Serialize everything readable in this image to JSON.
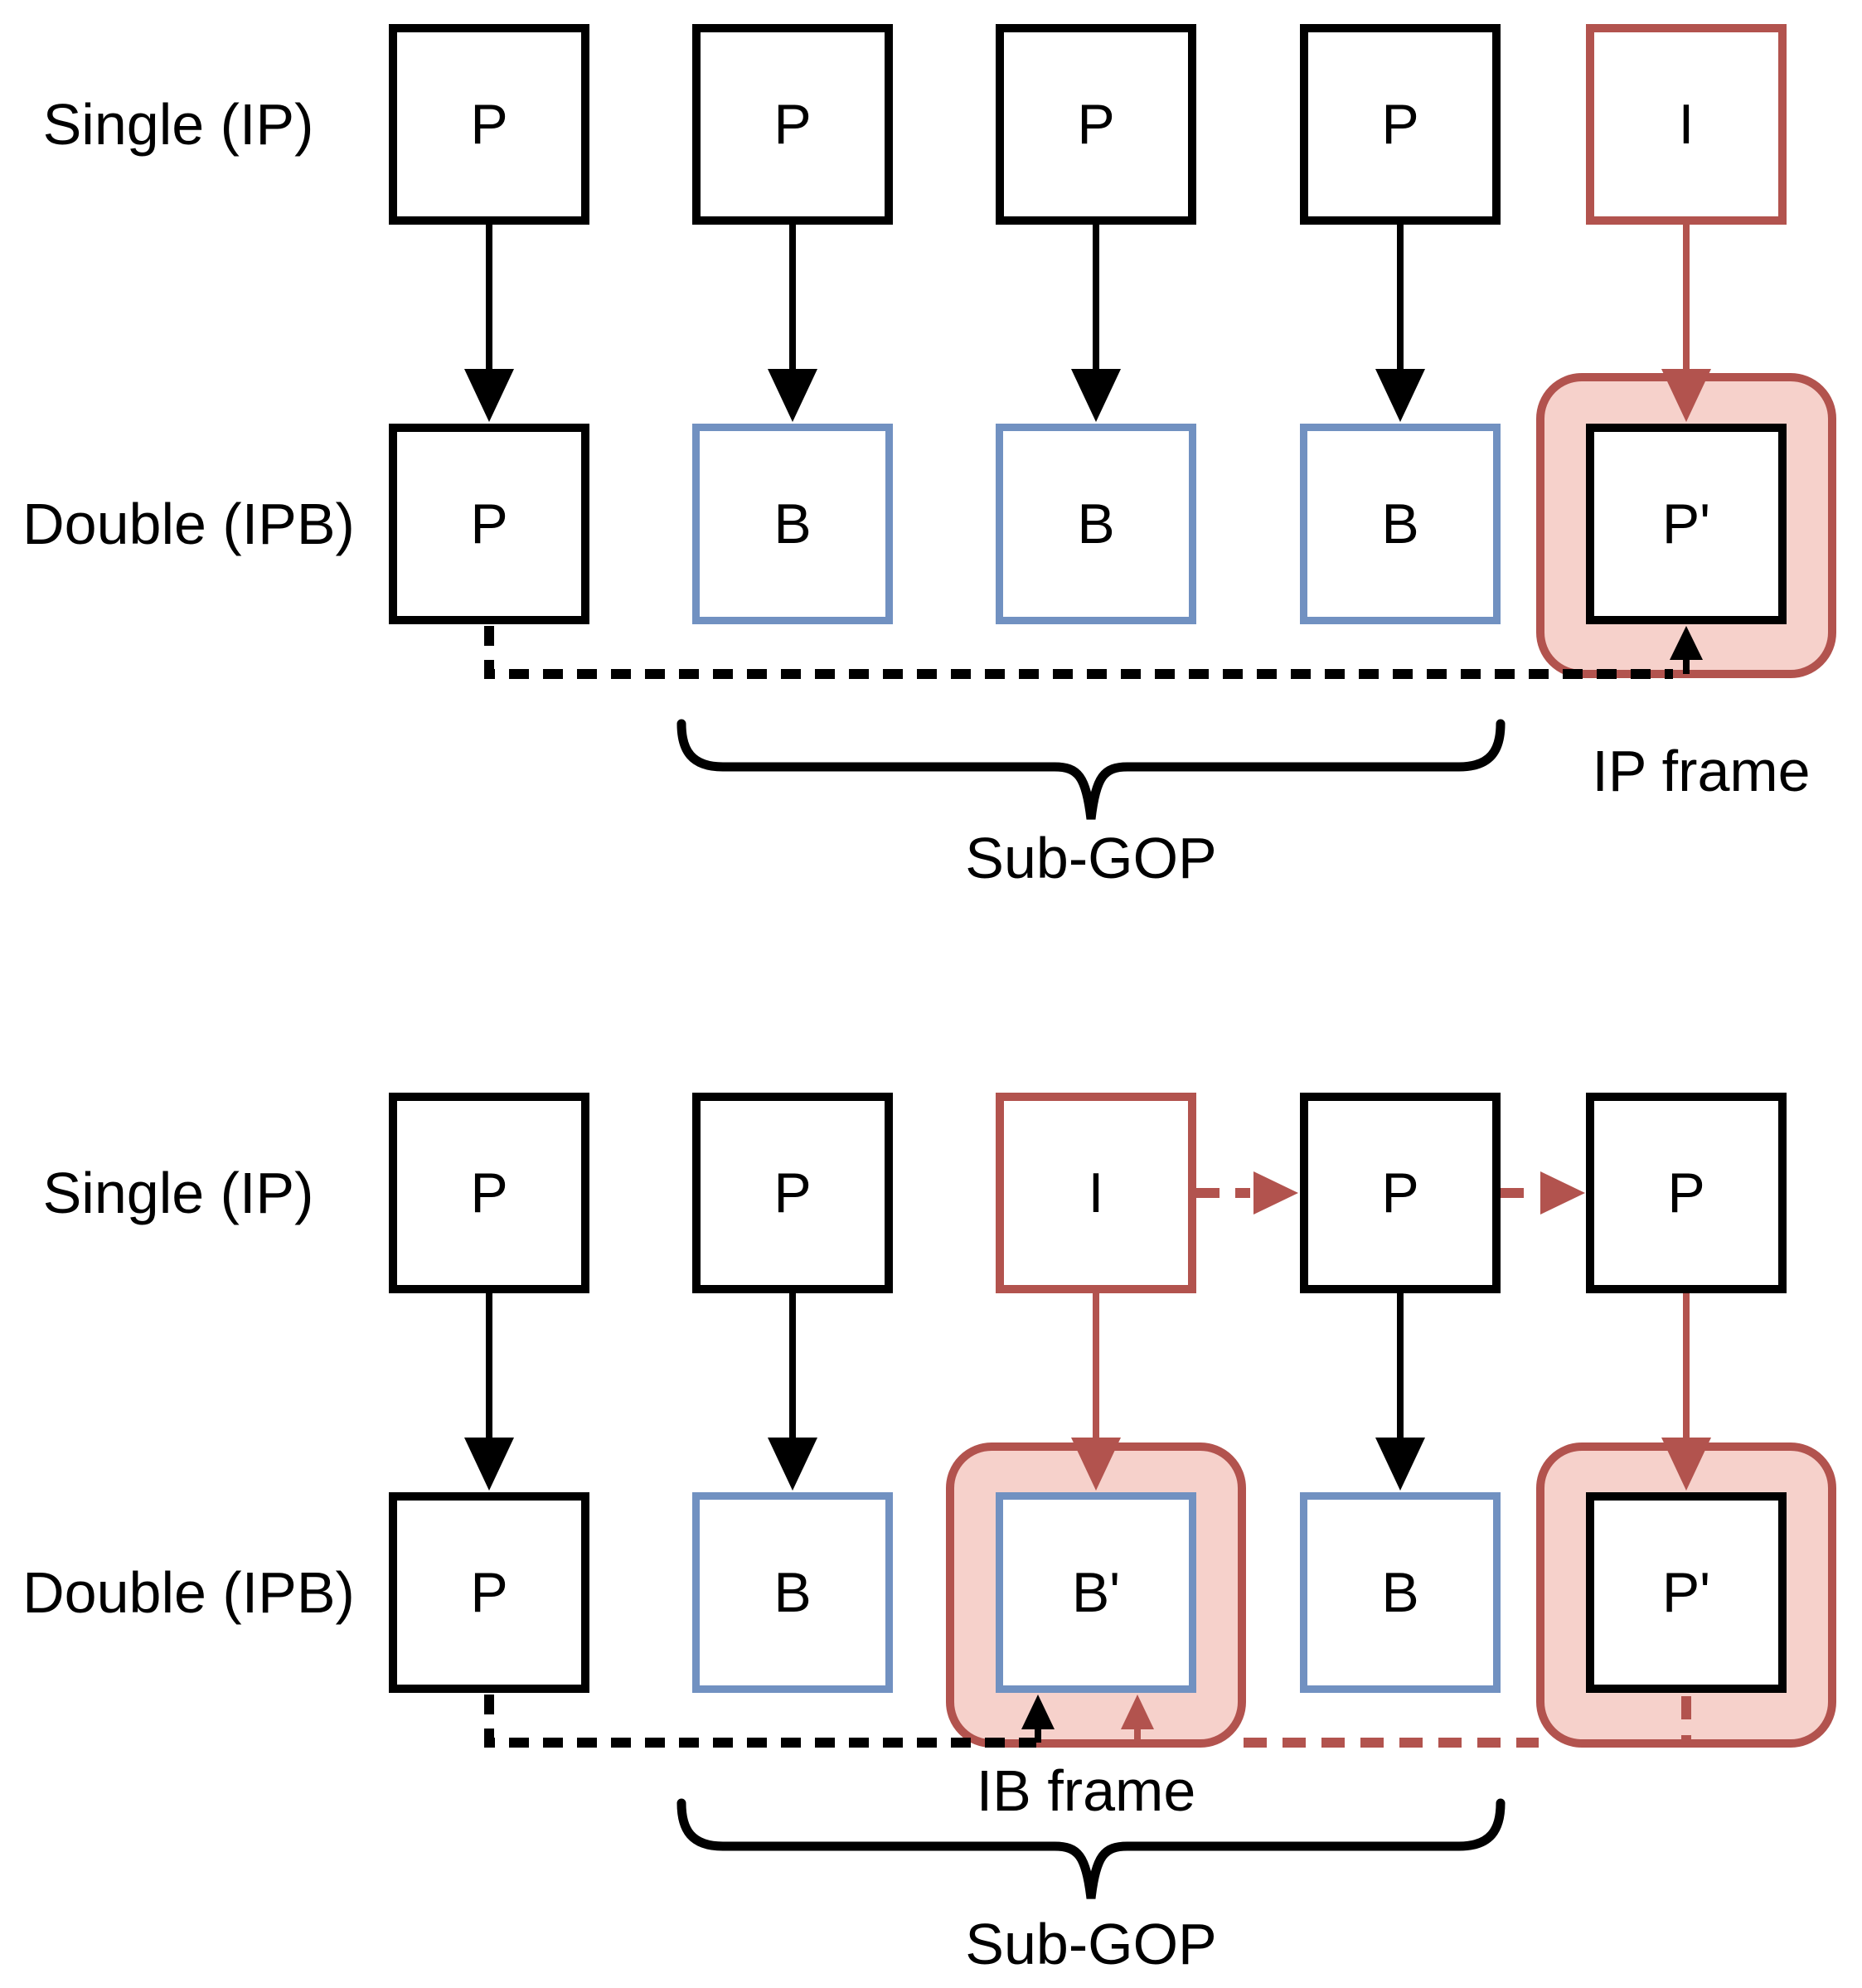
{
  "colors": {
    "red": "#b2534e",
    "pink": "#f6d1cb",
    "blue": "#7191c1",
    "black": "#000000"
  },
  "panel_top": {
    "row1_label": "Single (IP)",
    "row2_label": "Double (IPB)",
    "row1": [
      "P",
      "P",
      "P",
      "P",
      "I"
    ],
    "row2": [
      "P",
      "B",
      "B",
      "B",
      "P'"
    ],
    "brace_label": "Sub-GOP",
    "highlight_label": "IP frame"
  },
  "panel_bottom": {
    "row1_label": "Single (IP)",
    "row2_label": "Double (IPB)",
    "row1": [
      "P",
      "P",
      "I",
      "P",
      "P"
    ],
    "row2": [
      "P",
      "B",
      "B'",
      "B",
      "P'"
    ],
    "brace_label": "Sub-GOP",
    "highlight_label": "IB frame"
  }
}
